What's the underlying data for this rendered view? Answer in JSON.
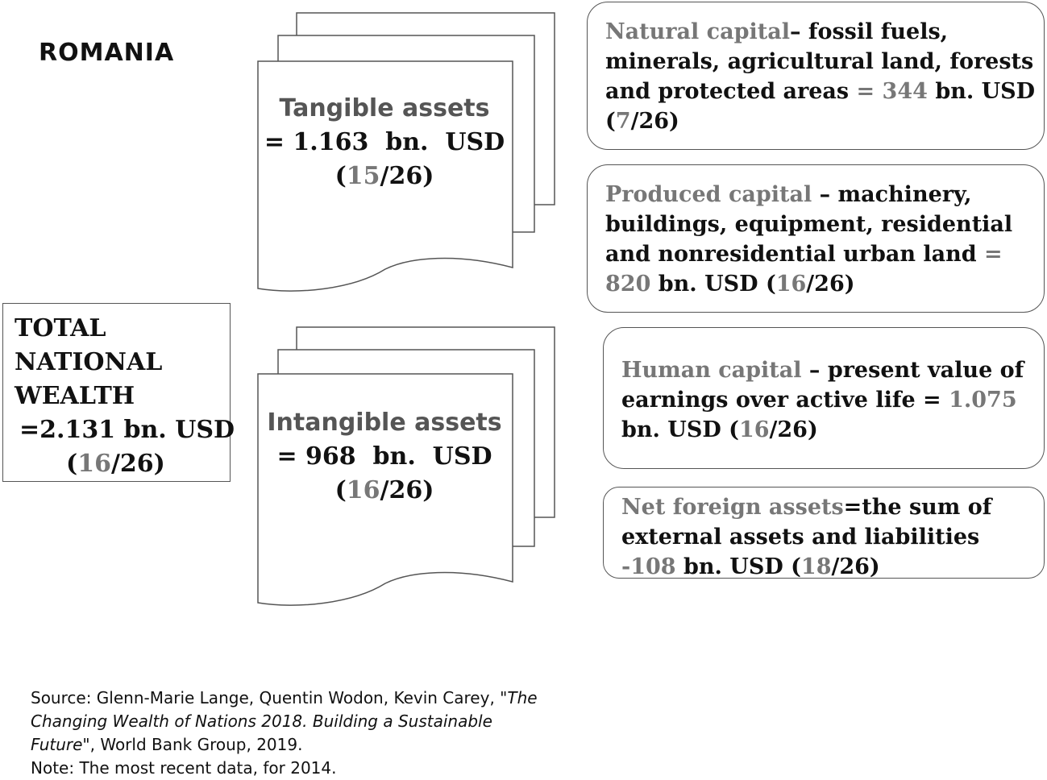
{
  "country": "ROMANIA",
  "total": {
    "line1": "TOTAL",
    "line2": "NATIONAL",
    "line3": "WEALTH",
    "value": "=2.131 bn. USD",
    "rank_open": "(",
    "rank_num": "16",
    "rank_rest": "/26)"
  },
  "tangible": {
    "title": "Tangible assets",
    "value": "= 1.163  bn.  USD",
    "rank_open": "(",
    "rank_num": "15",
    "rank_rest": "/26)"
  },
  "intangible": {
    "title": "Intangible assets",
    "value": "= 968  bn.  USD",
    "rank_open": "(",
    "rank_num": "16",
    "rank_rest": "/26)"
  },
  "natural": {
    "label": "Natural capital",
    "text1": "– fossil fuels, minerals, agricultural land, forests and protected areas ",
    "eq": "=",
    "value": " 344 ",
    "text2": " bn. USD (",
    "rank_num": "7",
    "rank_rest": "/26)"
  },
  "produced": {
    "label": "Produced capital",
    "text1": " – machinery, buildings, equipment, residential and nonresidential urban land ",
    "eq": "=",
    "value": " 820",
    "text2": " bn. USD (",
    "rank_num": "16",
    "rank_rest": "/26)"
  },
  "human": {
    "label": "Human capital",
    "text1": " – present value of earnings over active life = ",
    "value": "1.075",
    "text2": " bn. USD (",
    "rank_num": "16",
    "rank_rest": "/26)"
  },
  "foreign": {
    "label": "Net foreign assets",
    "text1": "=the sum of external  assets and liabilities ",
    "value": "-108",
    "text2": " bn. USD (",
    "rank_num": "18",
    "rank_rest": "/26)"
  },
  "source": {
    "prefix": "Source:  Glenn-Marie Lange, Quentin Wodon, Kevin Carey, ",
    "title": "\"The Changing Wealth of Nations 2018. Building a Sustainable Future\"",
    "suffix": ", World Bank Group, 2019.",
    "note": "Note: The most recent data, for 2014."
  }
}
